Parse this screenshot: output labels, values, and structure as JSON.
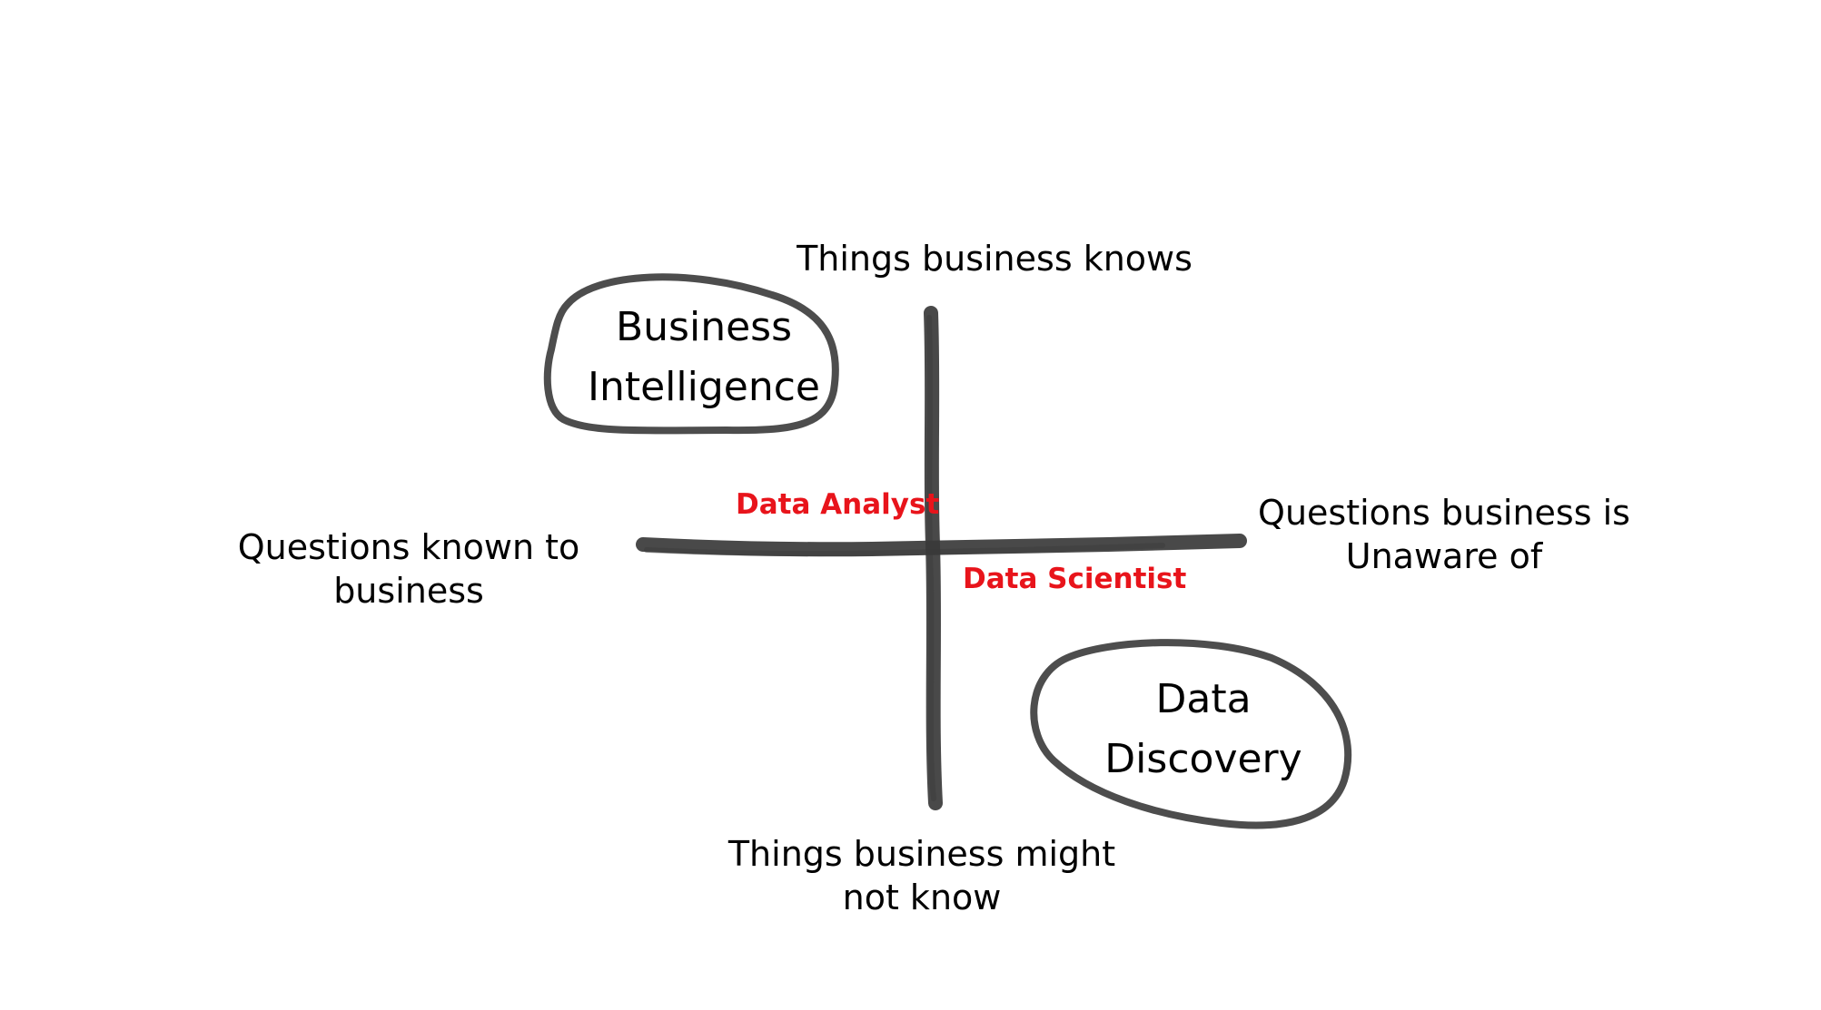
{
  "axes": {
    "top": "Things business knows",
    "bottom": "Things business might\nnot know",
    "left": "Questions known to\nbusiness",
    "right": "Questions business is\nUnaware of"
  },
  "bubbles": {
    "top_left": "Business\nIntelligence",
    "bottom_right": "Data\nDiscovery"
  },
  "roles": {
    "analyst": "Data Analyst",
    "scientist": "Data Scientist"
  },
  "colors": {
    "stroke": "#3a3a3a",
    "role_text": "#e8141b",
    "label_text": "#000000"
  }
}
